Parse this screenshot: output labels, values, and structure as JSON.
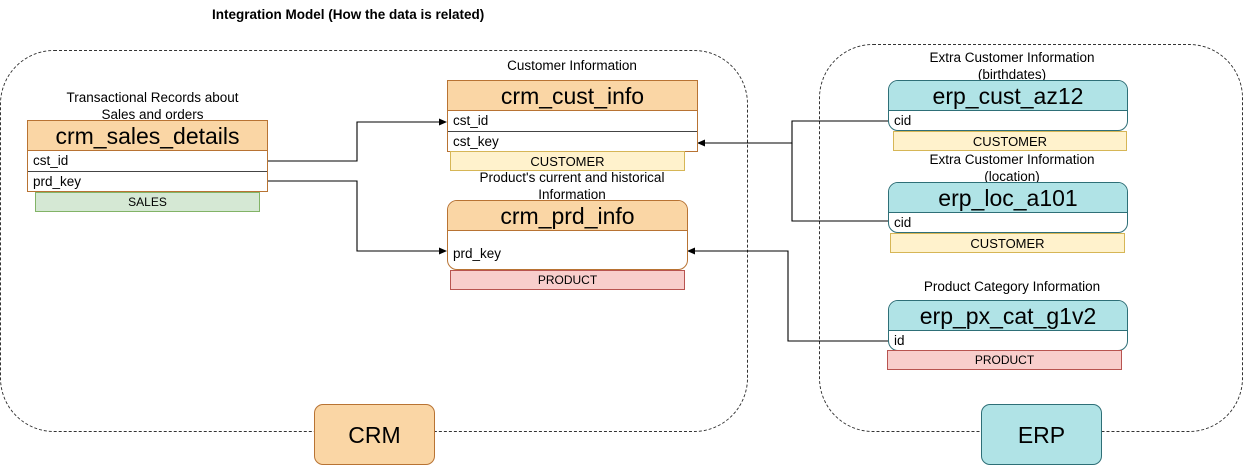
{
  "title": "Integration Model (How the data is related)",
  "regions": {
    "crm_label": "CRM",
    "erp_label": "ERP"
  },
  "captions": {
    "sales": "Transactional Records about Sales and orders",
    "cust": "Customer Information",
    "prd": "Product's current and historical Information",
    "az12": "Extra Customer Information (birthdates)",
    "a101": "Extra Customer Information (location)",
    "px": "Product Category Information"
  },
  "entities": {
    "crm_sales_details": {
      "name": "crm_sales_details",
      "fields": [
        "cst_id",
        "prd_key"
      ],
      "tag": "SALES"
    },
    "crm_cust_info": {
      "name": "crm_cust_info",
      "fields": [
        "cst_id",
        "cst_key"
      ],
      "tag": "CUSTOMER"
    },
    "crm_prd_info": {
      "name": "crm_prd_info",
      "fields": [
        "prd_key"
      ],
      "tag": "PRODUCT"
    },
    "erp_cust_az12": {
      "name": "erp_cust_az12",
      "fields": [
        "cid"
      ],
      "tag": "CUSTOMER"
    },
    "erp_loc_a101": {
      "name": "erp_loc_a101",
      "fields": [
        "cid"
      ],
      "tag": "CUSTOMER"
    },
    "erp_px_cat_g1v2": {
      "name": "erp_px_cat_g1v2",
      "fields": [
        "id"
      ],
      "tag": "PRODUCT"
    }
  },
  "colors": {
    "crm": "#fad6a5",
    "erp": "#b0e3e6",
    "customer_tag": "#fff2cc",
    "sales_tag": "#d5e8d4",
    "product_tag": "#f8cecc"
  }
}
